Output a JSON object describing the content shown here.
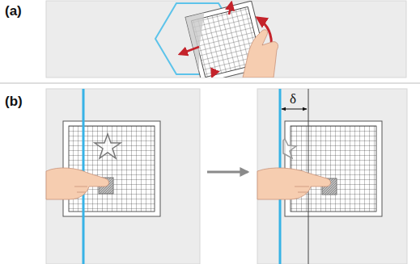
{
  "diagram": {
    "labels": [
      "(a)",
      "(b)",
      "δ"
    ]
  }
}
